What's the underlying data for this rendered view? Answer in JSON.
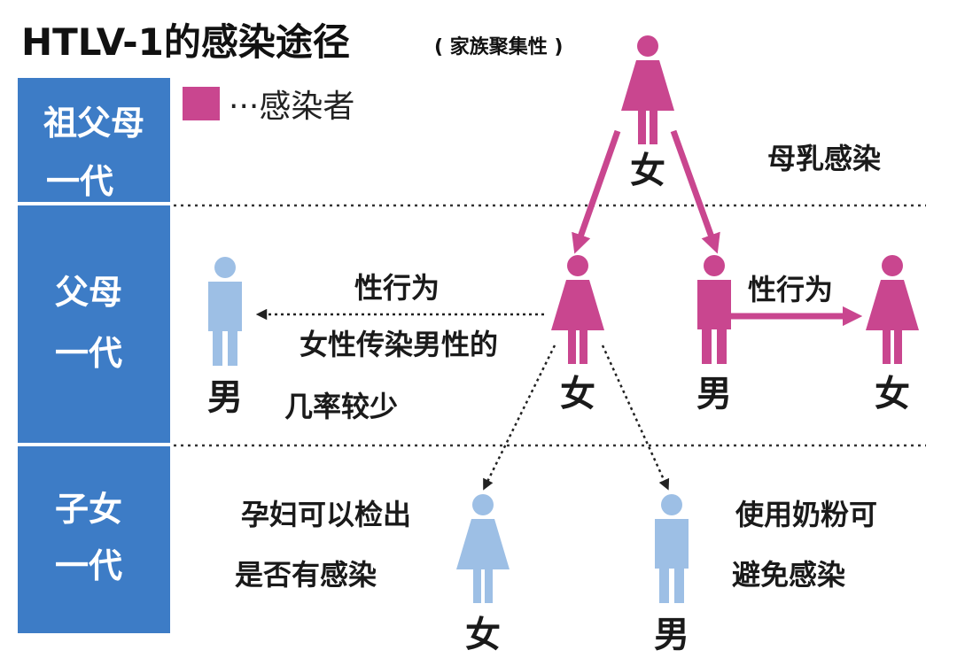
{
  "title": {
    "main": "HTLV-1的感染途径",
    "sub": "( 家族聚集性 )"
  },
  "legend": {
    "label": "···感染者"
  },
  "colors": {
    "infected": "#c9468f",
    "uninfected": "#9dbfe5",
    "sidebar": "#3d7cc6"
  },
  "generations": [
    {
      "line1": "祖父母",
      "line2": "一代"
    },
    {
      "line1": "父母",
      "line2": "一代"
    },
    {
      "line1": "子女",
      "line2": "一代"
    }
  ],
  "people": {
    "grandmother": "女",
    "mother": "女",
    "father": "男",
    "father_partner": "女",
    "mother_partner": "男",
    "daughter": "女",
    "son": "男"
  },
  "annotations": {
    "breastfeeding": "母乳感染",
    "sex_right": "性行为",
    "sex_left": "性行为",
    "sex_left_note1": "女性传染男性的",
    "sex_left_note2": "几率较少",
    "pregnancy1": "孕妇可以检出",
    "pregnancy2": "是否有感染",
    "formula1": "使用奶粉可",
    "formula2": "避免感染"
  }
}
